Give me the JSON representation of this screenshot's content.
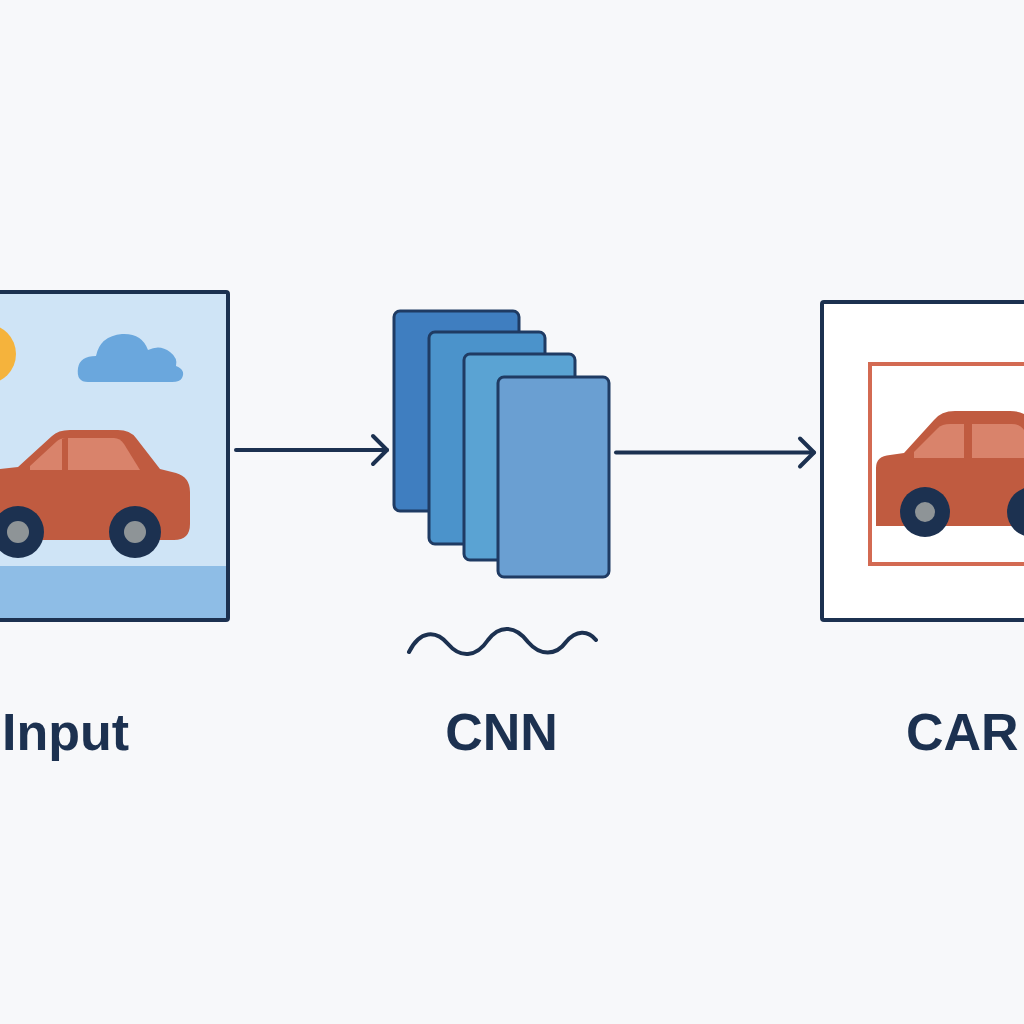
{
  "diagram": {
    "nodes": [
      {
        "text": [
          "Input"
        ]
      },
      {
        "text": [
          "CNN"
        ]
      },
      {
        "text": [
          "CAR"
        ]
      }
    ],
    "edges": [
      {
        "from": 0,
        "to": 1,
        "arrow": "to"
      },
      {
        "from": 1,
        "to": 2,
        "arrow": "to"
      }
    ]
  }
}
